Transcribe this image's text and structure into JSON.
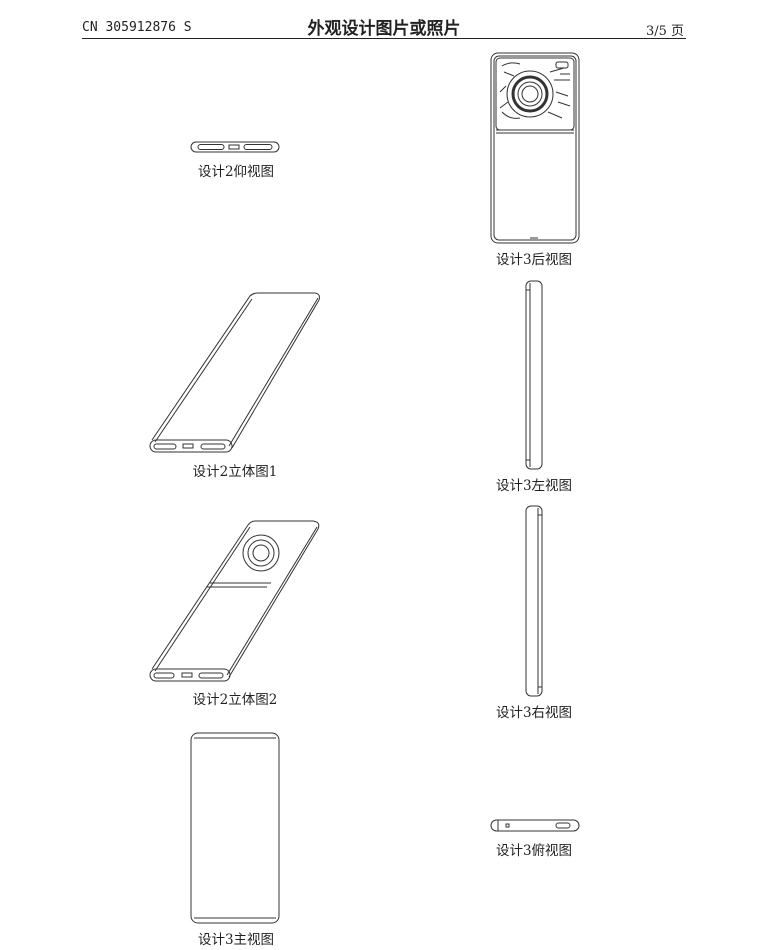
{
  "header": {
    "doc_number": "CN 305912876 S",
    "title": "外观设计图片或照片",
    "page": "3/5 页"
  },
  "captions": {
    "d2_bottom": "设计2仰视图",
    "d2_persp1": "设计2立体图1",
    "d2_persp2": "设计2立体图2",
    "d3_front": "设计3主视图",
    "d3_rear": "设计3后视图",
    "d3_left": "设计3左视图",
    "d3_right": "设计3右视图",
    "d3_top": "设计3俯视图"
  }
}
